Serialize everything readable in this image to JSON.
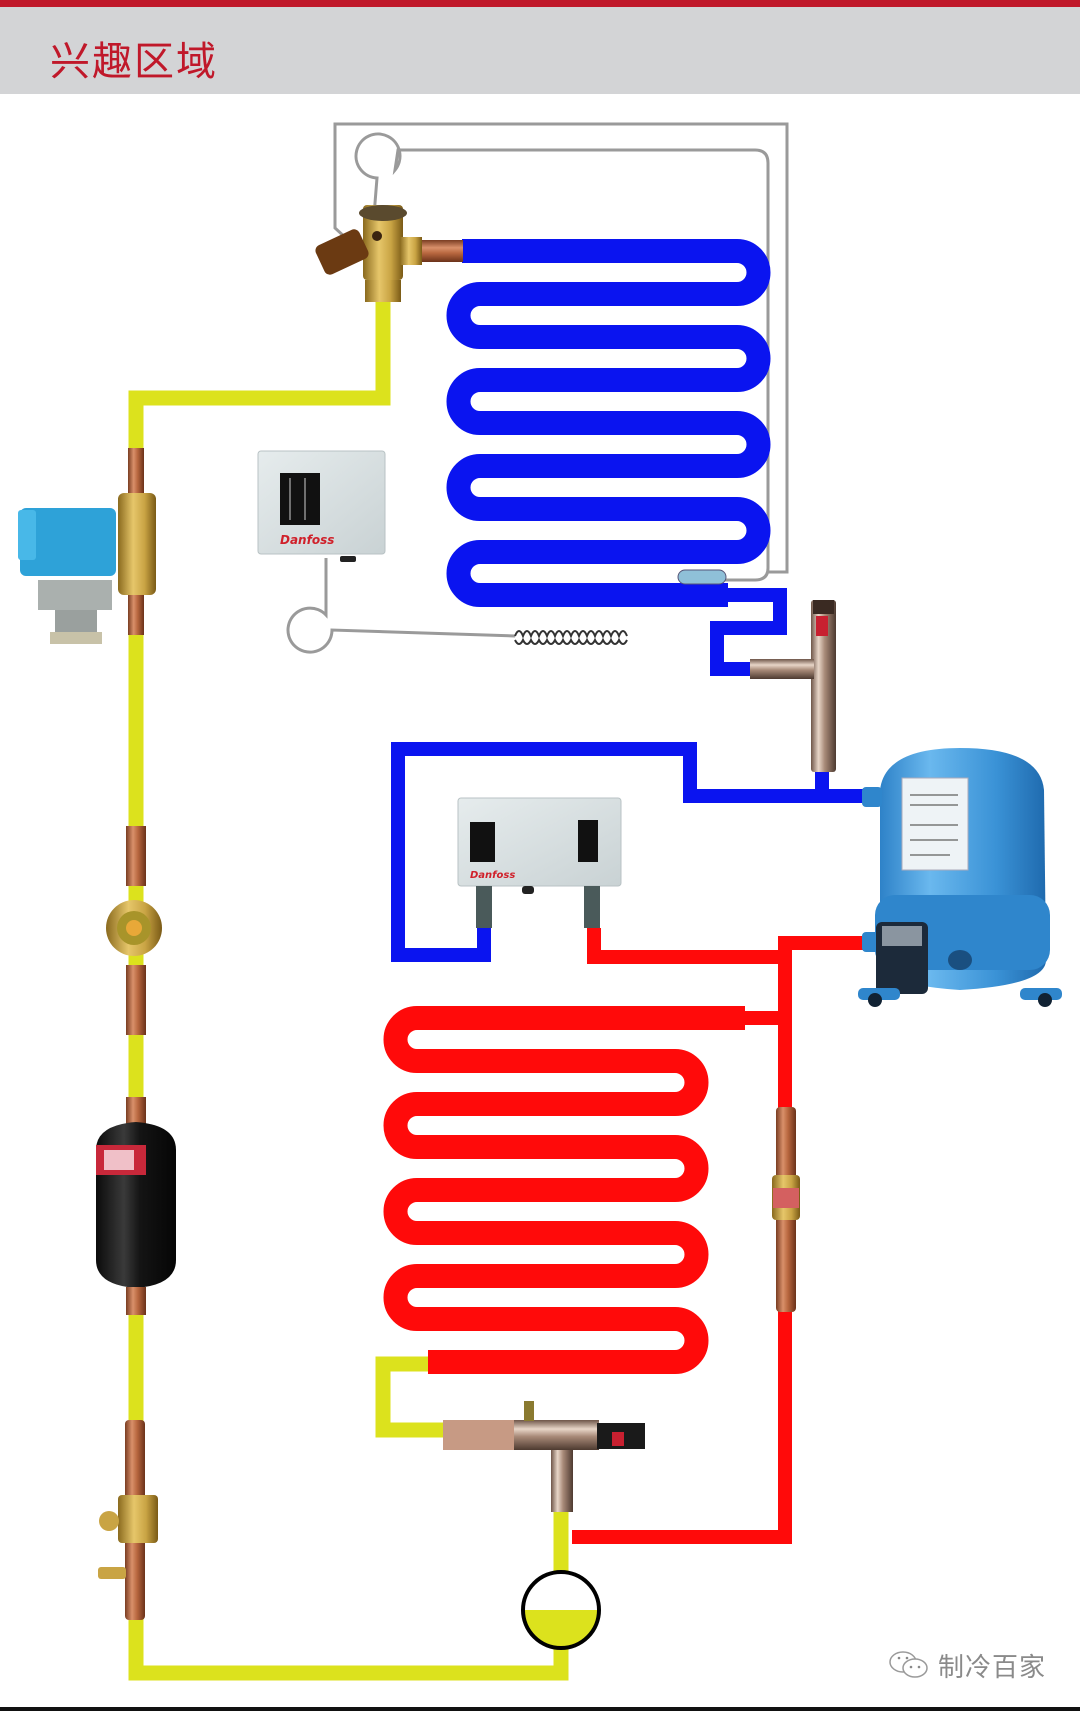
{
  "header": {
    "title": "兴趣区域",
    "accent_color": "#c0182a",
    "band_color": "#d3d4d6"
  },
  "diagram": {
    "type": "refrigeration-cycle",
    "colors": {
      "liquid_line": "#dce21d",
      "suction_low_pressure": "#0a14f0",
      "discharge_high_pressure": "#ff0a0a",
      "capillary": "#9a9a9a"
    },
    "components": [
      {
        "id": "thermostatic-expansion-valve",
        "brand": ""
      },
      {
        "id": "evaporator-coil",
        "rows": 9
      },
      {
        "id": "thermostat",
        "brand": "Danfoss"
      },
      {
        "id": "evaporator-pressure-regulator",
        "brand": ""
      },
      {
        "id": "compressor",
        "brand": ""
      },
      {
        "id": "dual-pressure-switch",
        "brand": "Danfoss"
      },
      {
        "id": "condenser-coil",
        "rows": 9
      },
      {
        "id": "check-valve",
        "brand": ""
      },
      {
        "id": "condensing-pressure-regulator",
        "brand": ""
      },
      {
        "id": "receiver",
        "fill_level": 0.5
      },
      {
        "id": "solenoid-valve",
        "brand": ""
      },
      {
        "id": "sight-glass",
        "brand": ""
      },
      {
        "id": "filter-drier",
        "brand": ""
      },
      {
        "id": "ball-valve",
        "brand": ""
      }
    ]
  },
  "watermark": {
    "icon": "wechat-icon",
    "text": "制冷百家"
  }
}
